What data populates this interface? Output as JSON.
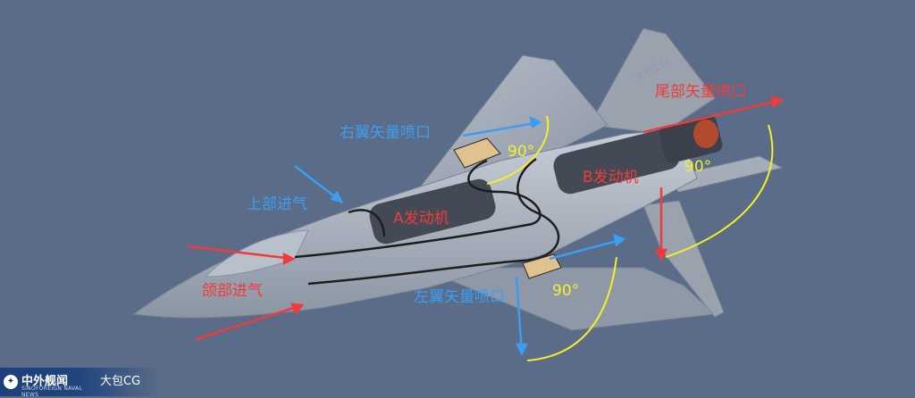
{
  "colors": {
    "blue": "#3d9df0",
    "red": "#ef3b3b",
    "yellow": "#f3ef2a",
    "background": "#5b6c88"
  },
  "labels": {
    "right_wing_nozzle": "右翼矢量喷口",
    "upper_intake": "上部进气",
    "chin_intake": "颌部进气",
    "left_wing_nozzle": "左翼矢量喷口",
    "tail_nozzle": "尾部矢量喷口",
    "engine_a": "A发动机",
    "engine_b": "B发动机",
    "angle_right_wing": "90°",
    "angle_tail": "90°",
    "angle_left_wing": "90°"
  },
  "watermark": "大包CG",
  "footer": {
    "logo_text": "中外舰闻",
    "logo_sub": "SINOFOREIGN NAVAL NEWS",
    "credit": "大包CG"
  }
}
